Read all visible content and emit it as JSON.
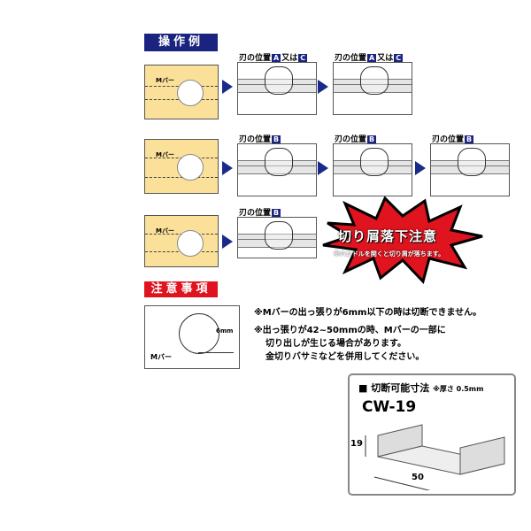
{
  "operation_example": {
    "title": "操作例",
    "m_bar_label": "Mバー",
    "blade_label": "刃の位置",
    "or": "又は",
    "pos_a": "A",
    "pos_b": "B",
    "pos_c": "C"
  },
  "warning": {
    "title": "切り屑落下注意",
    "subtitle": "※ハンドルを開くと切り屑が落ちます。"
  },
  "caution": {
    "title": "注意事項",
    "dim": "6mm",
    "m_bar_label": "Mバー",
    "notes": [
      "※Mバーの出っ張りが6mm以下の時は切断できません。",
      "※出っ張りが42~50mmの時、Mバーの一部に",
      "切り出しが生じる場合があります。",
      "金切りバサミなどを併用してください。"
    ]
  },
  "spec": {
    "title": "切断可能寸法",
    "thickness": "※厚さ 0.5mm",
    "model": "CW-19",
    "height": "19",
    "width": "50"
  },
  "colors": {
    "navy": "#1a237e",
    "red": "#e0141e",
    "yellow": "#fbe09a"
  }
}
